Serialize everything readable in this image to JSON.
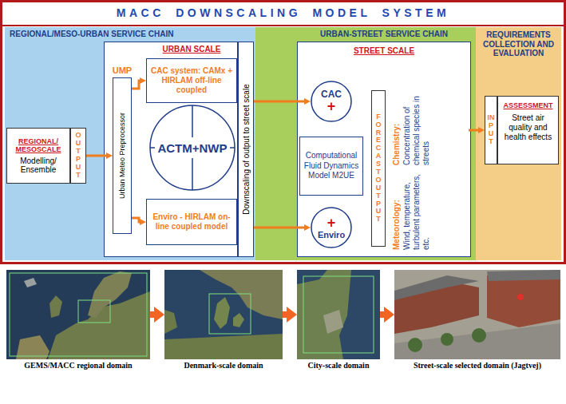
{
  "diagram": {
    "title": "MACC DOWNSCALING MODEL SYSTEM",
    "nodes": [
      {
        "text": [
          "REGIONAL/MESO-URBAN SERVICE CHAIN"
        ]
      },
      {
        "text": [
          "REGIONAL/ MESOSCALE",
          "Modelling/ Ensemble"
        ],
        "in": 0
      },
      {
        "text": [
          "OUTPUT"
        ],
        "in": 0
      },
      {
        "text": [
          "URBAN SCALE"
        ],
        "in": 0
      },
      {
        "text": [
          "UMP",
          "Urban Meteo Preprocessor"
        ],
        "in": 3
      },
      {
        "text": [
          "CAC system: CAMx + HIRLAM off-line coupled"
        ],
        "in": 3
      },
      {
        "text": [
          "ACTM+NWP"
        ],
        "in": 3
      },
      {
        "text": [
          "Enviro - HIRLAM on-line coupled model"
        ],
        "in": 3
      },
      {
        "text": [
          "Downscaling of output to street scale"
        ],
        "in": 0
      },
      {
        "text": [
          "URBAN-STREET SERVICE CHAIN"
        ]
      },
      {
        "text": [
          "STREET SCALE"
        ],
        "in": 9
      },
      {
        "text": [
          "CAC",
          "+"
        ],
        "in": 10
      },
      {
        "text": [
          "Computational Fluid Dynamics Model M2UE"
        ],
        "in": 10
      },
      {
        "text": [
          "+",
          "Enviro"
        ],
        "in": 10
      },
      {
        "text": [
          "FORECAST OUTPUT"
        ],
        "in": 10
      },
      {
        "text": [
          "Chemistry:",
          "Concentration of chemical species in streets",
          "Meteorology:",
          "Wind, temperature, turbulent parameters, etc."
        ],
        "in": 10
      },
      {
        "text": [
          "REQUIREMENTS COLLECTION AND EVALUATION"
        ]
      },
      {
        "text": [
          "INPUT"
        ],
        "in": 16
      },
      {
        "text": [
          "ASSESSMENT",
          "Street air quality and health effects"
        ],
        "in": 16
      },
      {
        "text": [
          "GEMS/MACC regional domain"
        ]
      },
      {
        "text": [
          "Denmark-scale domain"
        ]
      },
      {
        "text": [
          "City-scale domain"
        ]
      },
      {
        "text": [
          "Street-scale selected domain (Jagtvej)"
        ]
      }
    ],
    "edges": [
      {
        "from": 2,
        "to": 4,
        "arrow": "to"
      },
      {
        "from": 4,
        "to": 5,
        "arrow": "to"
      },
      {
        "from": 4,
        "to": 7,
        "arrow": "to"
      },
      {
        "from": 8,
        "to": 11,
        "arrow": "to"
      },
      {
        "from": 8,
        "to": 13,
        "arrow": "to"
      },
      {
        "from": 15,
        "to": 17,
        "arrow": "to"
      },
      {
        "from": 19,
        "to": 20,
        "arrow": "to"
      },
      {
        "from": 20,
        "to": 21,
        "arrow": "to"
      },
      {
        "from": 21,
        "to": 22,
        "arrow": "to"
      }
    ]
  }
}
